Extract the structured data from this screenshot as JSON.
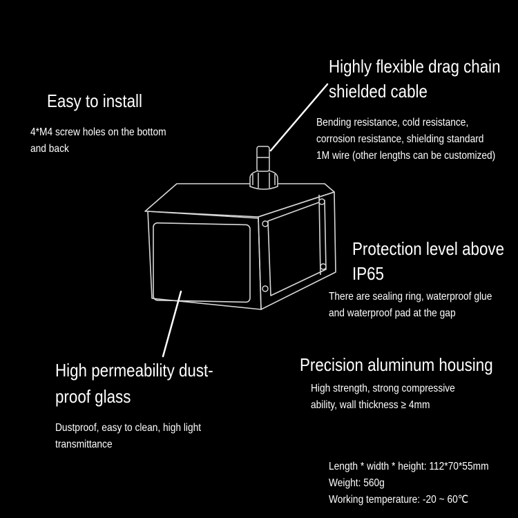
{
  "colors": {
    "background": "#000000",
    "text": "#ffffff",
    "line": "#ffffff",
    "device_edge": "#d8d8d8"
  },
  "install": {
    "title": "Easy to install",
    "line1": "4*M4 screw holes on the bottom",
    "line2": "and back"
  },
  "cable": {
    "title_line1": "Highly flexible drag chain",
    "title_line2": "shielded cable",
    "line1": "Bending resistance, cold resistance,",
    "line2": "corrosion resistance, shielding standard",
    "line3": "1M wire (other lengths can be customized)"
  },
  "protection": {
    "title_line1": "Protection level above",
    "title_line2": "IP65",
    "line1": "There are sealing ring, waterproof glue",
    "line2": "and waterproof pad at the gap"
  },
  "glass": {
    "title_line1": "High permeability dust-",
    "title_line2": "proof glass",
    "line1": "Dustproof, easy to clean, high light",
    "line2": "transmittance"
  },
  "housing": {
    "title": "Precision aluminum housing",
    "line1": "High strength, strong compressive",
    "line2": "ability, wall thickness ≥ 4mm"
  },
  "specs": {
    "dimensions": "Length * width * height: 112*70*55mm",
    "weight": "Weight: 560g",
    "temperature": "Working temperature: -20 ~ 60℃"
  }
}
